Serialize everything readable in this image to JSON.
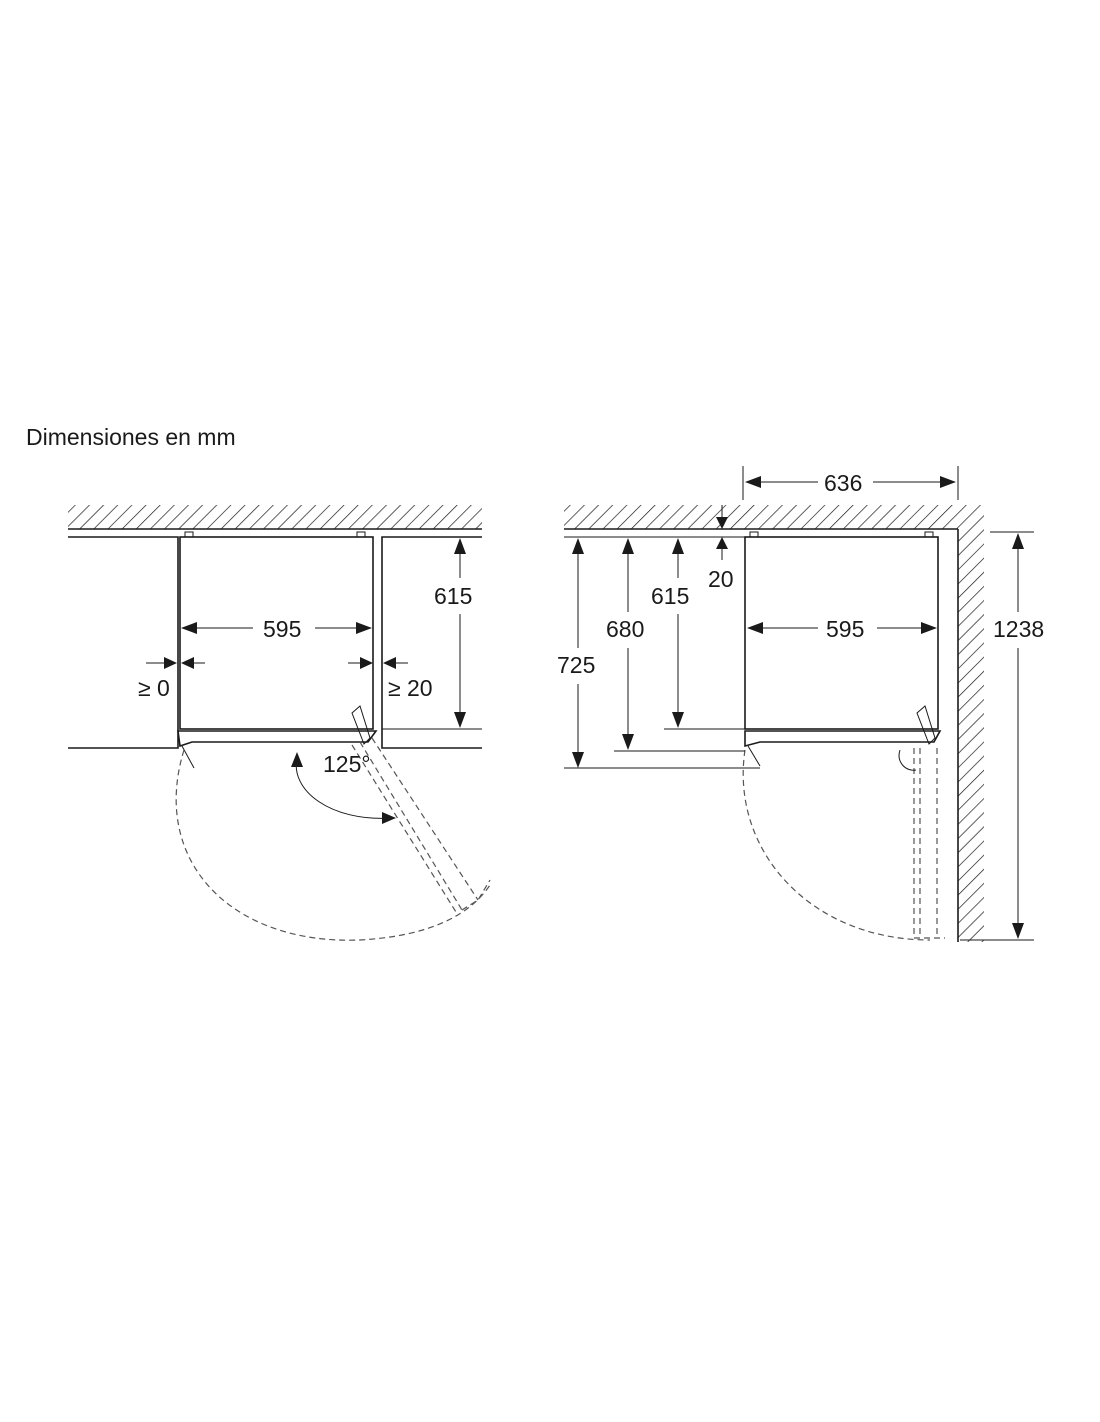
{
  "title": "Dimensiones en mm",
  "left_view": {
    "width": "595",
    "depth": "615",
    "gap_left": "≥ 0",
    "gap_right": "≥ 20",
    "door_angle": "125°"
  },
  "right_view": {
    "overall_width": "636",
    "top_gap": "20",
    "depth_body": "615",
    "depth_door": "680",
    "depth_total": "725",
    "width": "595",
    "side_clearance": "1238"
  }
}
